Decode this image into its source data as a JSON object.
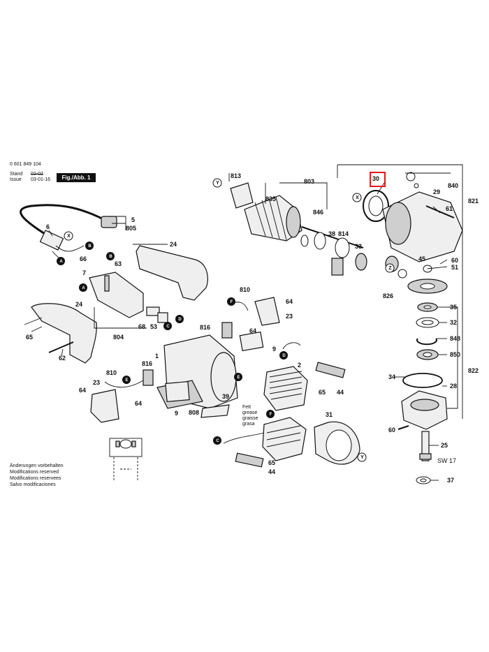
{
  "header": {
    "part_number": "0 601 849 104",
    "stand_label": "Stand",
    "issue_label": "Issue",
    "date_old": "02-02",
    "date_new": "03-01-16",
    "fig_label": "Fig./Abb. 1"
  },
  "footer": {
    "line1": "Änderungen vorbehalten",
    "line2": "Modifications reserved",
    "line3": "Modifications reservees",
    "line4": "Salvo modificaciones"
  },
  "highlighted_part": "30",
  "grease_note": {
    "l1": "Fett",
    "l2": "grease",
    "l3": "graisse",
    "l4": "grasa"
  },
  "sw_label": "SW 17",
  "callouts": {
    "c5": "5",
    "c805": "805",
    "c6": "6",
    "c24a": "24",
    "c24b": "24",
    "c66": "66",
    "c63": "63",
    "c7": "7",
    "c65a": "65",
    "c62": "62",
    "c53": "53",
    "c68": "68",
    "c804": "804",
    "c810a": "810",
    "c810b": "810",
    "c64a": "64",
    "c64b": "64",
    "c64c": "64",
    "c64d": "64",
    "c23a": "23",
    "c23b": "23",
    "c816a": "816",
    "c816b": "816",
    "c9a": "9",
    "c9b": "9",
    "c1": "1",
    "c808": "808",
    "c39": "39",
    "c2": "2",
    "c65b": "65",
    "c65c": "65",
    "c44a": "44",
    "c44b": "44",
    "c31": "31",
    "c813": "813",
    "c835": "835",
    "c803": "803",
    "c846": "846",
    "c38": "38",
    "c814": "814",
    "c33": "33",
    "c821": "821",
    "c840": "840",
    "c29": "29",
    "c61": "61",
    "c60a": "60",
    "c60b": "60",
    "c51": "51",
    "c45": "45",
    "c826": "826",
    "c35": "35",
    "c32": "32",
    "c848": "848",
    "c850": "850",
    "c34": "34",
    "c28": "28",
    "c822": "822",
    "c25": "25",
    "c37": "37"
  },
  "letters": {
    "A": "A",
    "B": "B",
    "C": "C",
    "D": "D",
    "E": "E",
    "F": "F",
    "X": "X",
    "Y": "Y",
    "Z": "Z"
  }
}
